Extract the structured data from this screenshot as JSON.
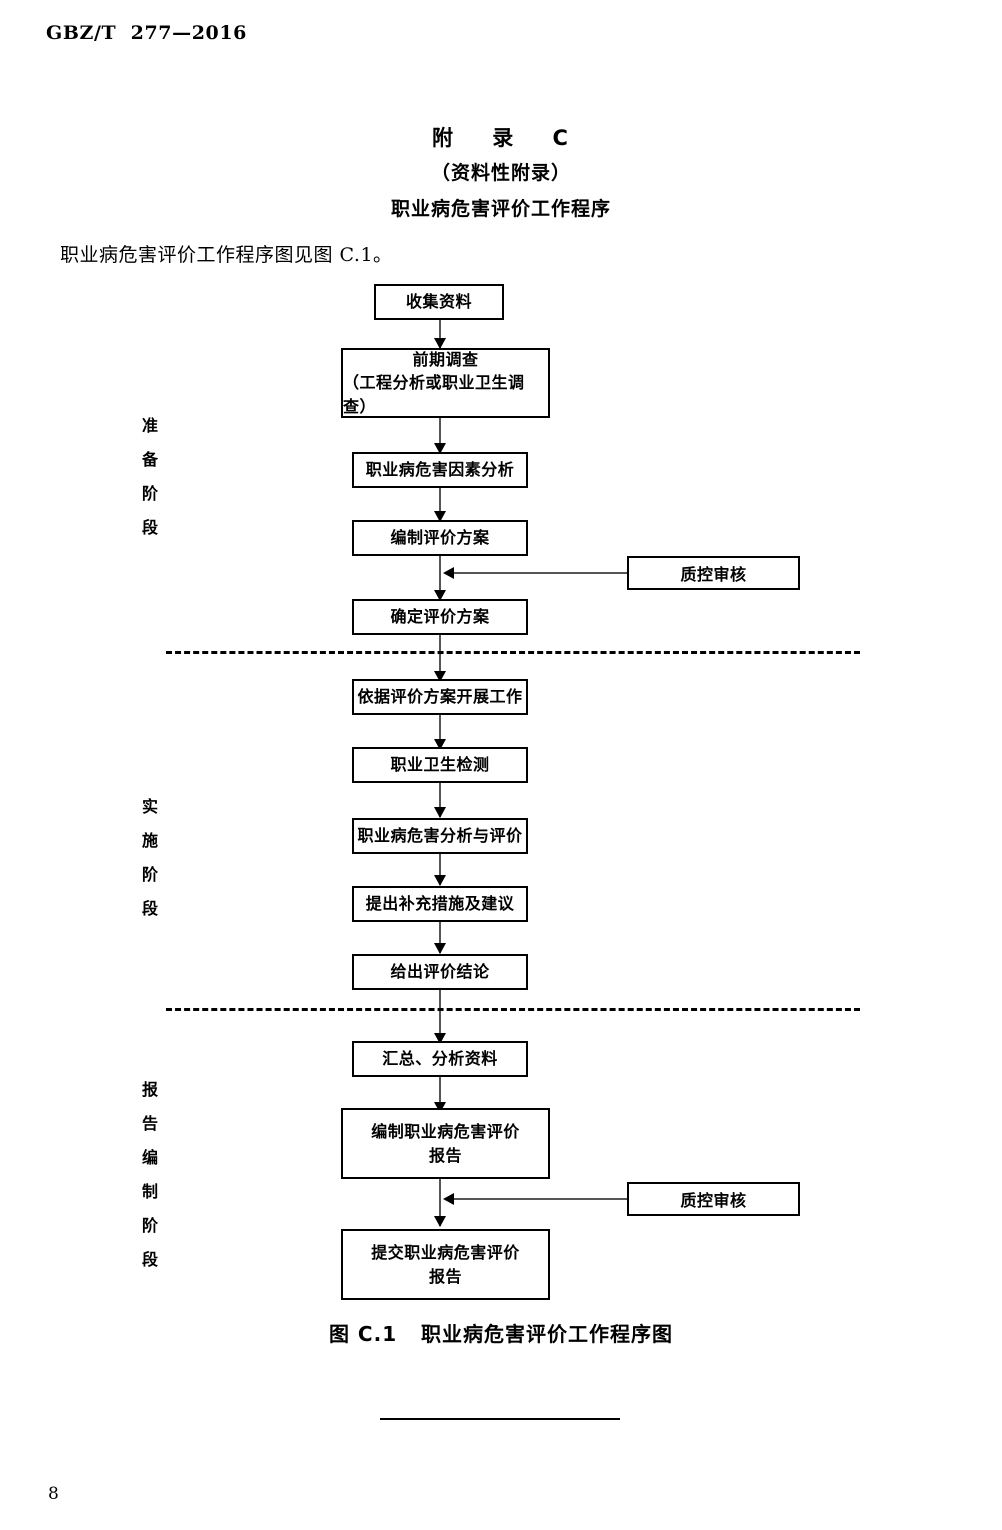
{
  "header": {
    "standard_id": "GBZ/T  277—2016"
  },
  "titles": {
    "annex": "附    录    C",
    "annex_type": "（资料性附录）",
    "annex_name": "职业病危害评价工作程序",
    "intro": "职业病危害评价工作程序图见图 C.1。"
  },
  "figure": {
    "caption": "图 C.1   职业病危害评价工作程序图",
    "phases": [
      {
        "id": "preparation",
        "chars": [
          "准",
          "备",
          "阶",
          "段"
        ]
      },
      {
        "id": "implementation",
        "chars": [
          "实",
          "施",
          "阶",
          "段"
        ]
      },
      {
        "id": "reporting",
        "chars": [
          "报",
          "告",
          "编",
          "制",
          "阶",
          "段"
        ]
      }
    ],
    "nodes": [
      {
        "id": "collect-data",
        "line1": "收集资料",
        "line2": ""
      },
      {
        "id": "preliminary-survey",
        "line1": "前期调查",
        "line2": "（工程分析或职业卫生调查）"
      },
      {
        "id": "hazard-factor-analysis",
        "line1": "职业病危害因素分析",
        "line2": ""
      },
      {
        "id": "draft-assessment-plan",
        "line1": "编制评价方案",
        "line2": ""
      },
      {
        "id": "confirm-assessment-plan",
        "line1": "确定评价方案",
        "line2": ""
      },
      {
        "id": "execute-per-plan",
        "line1": "依据评价方案开展工作",
        "line2": ""
      },
      {
        "id": "occupational-health-testing",
        "line1": "职业卫生检测",
        "line2": ""
      },
      {
        "id": "hazard-analysis-evaluation",
        "line1": "职业病危害分析与评价",
        "line2": ""
      },
      {
        "id": "propose-measures",
        "line1": "提出补充措施及建议",
        "line2": ""
      },
      {
        "id": "give-conclusion",
        "line1": "给出评价结论",
        "line2": ""
      },
      {
        "id": "summarize-analyze-data",
        "line1": "汇总、分析资料",
        "line2": ""
      },
      {
        "id": "draft-report",
        "line1": "编制职业病危害评价",
        "line2": "报告"
      },
      {
        "id": "submit-report",
        "line1": "提交职业病危害评价",
        "line2": "报告"
      }
    ],
    "qc_nodes": [
      {
        "id": "qc-review-plan",
        "label": "质控审核"
      },
      {
        "id": "qc-review-report",
        "label": "质控审核"
      }
    ]
  },
  "footer": {
    "page_number": "8"
  },
  "colors": {
    "ink": "#000000",
    "connector": "#555555",
    "page_background": "#ffffff"
  }
}
